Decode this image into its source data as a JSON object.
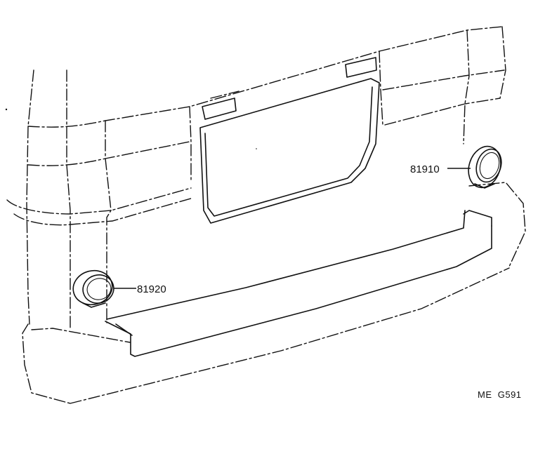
{
  "diagram": {
    "parts": [
      {
        "id": "right",
        "number": "81910"
      },
      {
        "id": "left",
        "number": "81920"
      }
    ],
    "drawing_code": "ME  G591"
  }
}
